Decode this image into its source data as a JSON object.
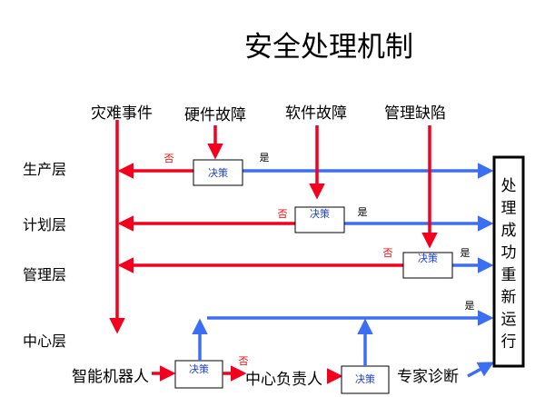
{
  "title": "安全处理机制",
  "top_labels": {
    "disaster": "灾难事件",
    "hardware": "硬件故障",
    "software": "软件故障",
    "management": "管理缺陷"
  },
  "layers": {
    "production": "生产层",
    "planning": "计划层",
    "management": "管理层",
    "center": "中心层"
  },
  "bottom_labels": {
    "robot": "智能机器人",
    "responsible": "中心负责人",
    "expert": "专家诊断"
  },
  "decision_label": "决策",
  "yes_label": "是",
  "no_label": "否",
  "result_chars": [
    "处",
    "理",
    "成",
    "功",
    "重",
    "新",
    "运",
    "行"
  ],
  "colors": {
    "red": "#f2001e",
    "blue": "#3b6ef0",
    "box_text": "#1a3fd0"
  }
}
